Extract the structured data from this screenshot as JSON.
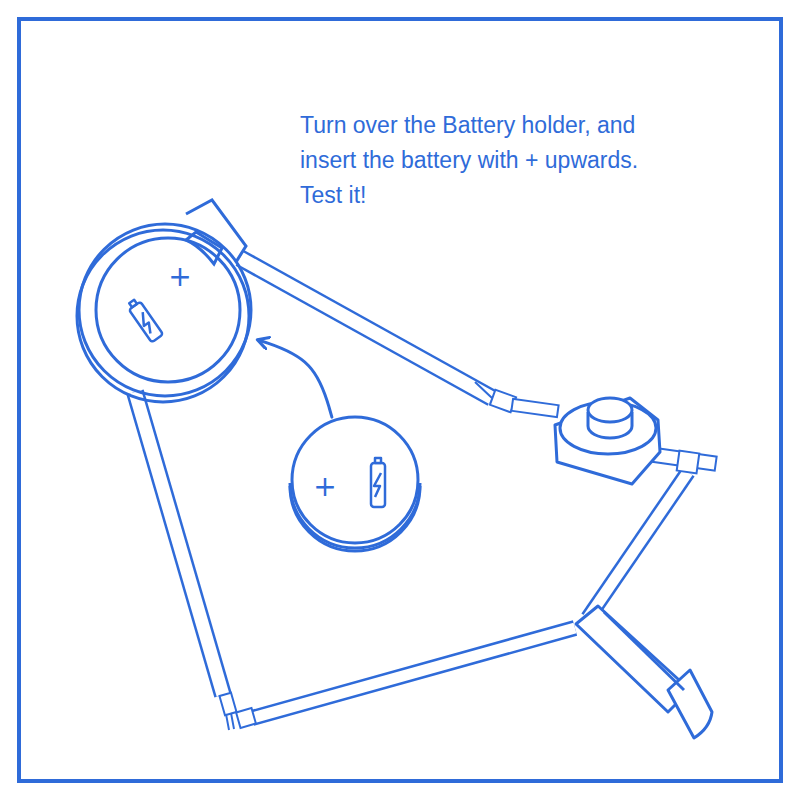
{
  "diagram": {
    "nodes": [
      {
        "text": [
          "+"
        ]
      },
      {
        "text": [
          "+"
        ]
      }
    ],
    "edges": [
      {
        "from": 1,
        "to": 0,
        "arrow": "to"
      }
    ],
    "labels": [
      "Turn over the Battery holder, and insert the battery with + upwards. Test it!"
    ]
  }
}
